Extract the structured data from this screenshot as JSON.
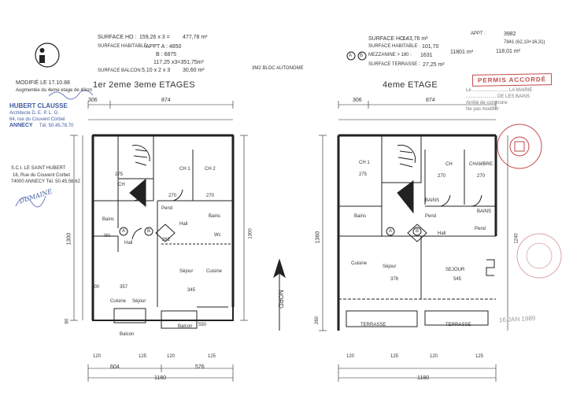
{
  "logo": {
    "glyph": "4"
  },
  "header_left": {
    "surface_ho": "SURFACE HO :",
    "surface_ho_val": "159,26 x 3 =",
    "surface_ho_tot": "477,78 m²",
    "surface_hab": "SURFACE HABITABLE",
    "appt_a": "APPT A : 4850",
    "appt_b": "B : 6875",
    "appt_total": "117,25 x3=351,75m²",
    "surface_balcon": "SURFACE BALCON",
    "balcon_val": "5,10 x 2 x 3",
    "balcon_tot": "30,60 m²"
  },
  "header_right": {
    "surface_ho": "SURFACE HO :",
    "surface_ho_val": "143,76 m²",
    "appt": "APPT :",
    "appt_val": "3982",
    "appt_val2": "7841 (62,10+16,31)",
    "surface_hab": "SURFACE HABITABLE :",
    "surface_hab_val": "101,70",
    "mezzanine": "MEZZANINE > 180 :",
    "mezzanine_val": "1631",
    "mezz_tot": "118,01 m²",
    "terrasse": "SURFACE TERRASSE :",
    "terrasse_val": "27,25 m²",
    "side_val": "11801 m²"
  },
  "center_note": "3M2 BLOC AUTONOME",
  "modif": {
    "line1": "MODIFIÉ LE 17.10.88",
    "line2": "Augmentée du 4eme etage de 40cm"
  },
  "architect": {
    "name": "HUBERT CLAUSSE",
    "title": "Architecte D. E. P. L. G.",
    "address": "64, rue du Couvent Corbel",
    "city": "ANNECY",
    "tel": "Tél. 50.45.78.70"
  },
  "sci": {
    "line1": "S.C.I. LE SAINT HUBERT",
    "line2": "16, Rue du Couvent Corbet",
    "line3": "74000 ANNECY Tél. 50.45.56.62"
  },
  "signature_text": "DUMAINE",
  "permit": {
    "title": "PERMIS ACCORDÉ",
    "l1": "Le ........................... LA MAIRIE",
    "l2": "....................... DE LES BAINS",
    "l3": "Arrêté de construire",
    "l4": "Ne pas modifier",
    "date": "16 JAN 1989"
  },
  "plan_left": {
    "title": "1er 2eme 3eme ETAGES",
    "dim_top_left": "306",
    "dim_top_right": "874",
    "dim_bottom_a": "604",
    "dim_bottom_b": "576",
    "dim_total": "1180",
    "dim_side": "1300",
    "dim_side_b": "60",
    "rooms": {
      "ch_a": "CH",
      "ch1": "CH 1",
      "ch2": "CH 2",
      "bains_a": "Bains",
      "bains_b": "Bains",
      "wc_a": "Wc",
      "wc_b": "Wc",
      "hall_a": "Hall",
      "hall_b": "Hall",
      "pend": "Pend",
      "sejour_a": "Séjour",
      "cuisine_a": "Cuisine",
      "sejour_b": "Séjour",
      "cuisine_b": "Cuisine",
      "balcon_a": "Balcon",
      "balcon_b": "Balcon",
      "label_a": "A",
      "label_b": "B"
    },
    "dims": {
      "d275a": "275",
      "d270a": "270",
      "d270b": "270",
      "d262": "262",
      "d357": "357",
      "d345": "345",
      "d550": "550",
      "d200": "200",
      "d120a": "120",
      "d125a": "125",
      "d120b": "120",
      "d125b": "125"
    }
  },
  "plan_right": {
    "title": "4eme ETAGE",
    "dim_top_left": "306",
    "dim_top_right": "874",
    "dim_total": "1180",
    "dim_side": "1360",
    "dim_side_b": "1240",
    "dim_side_c": "260",
    "rooms": {
      "ch_a": "CH 1",
      "ch_b": "CH",
      "ch_c": "CHAMBRE",
      "bains_a": "BAINS",
      "bains_b": "BAINS",
      "bains_c": "Bains",
      "pend_a": "Pend",
      "pend_b": "Pend",
      "hall": "Hall",
      "cuisine": "Cuisine",
      "sejour_a": "Séjour",
      "sejour_b": "SEJOUR",
      "terrasse_a": "TERRASSE",
      "terrasse_b": "TERRASSE",
      "label_a": "A",
      "label_b": "B"
    },
    "dims": {
      "d275": "275",
      "d270a": "270",
      "d270b": "270",
      "d378": "378",
      "d545": "545",
      "d120a": "120",
      "d125a": "125",
      "d120b": "120",
      "d125b": "125"
    }
  },
  "north": "NORD",
  "circled": {
    "a": "A",
    "b": "B"
  },
  "colors": {
    "ink": "#333333",
    "blue": "#3f5aa0",
    "red": "#c24a4a"
  }
}
